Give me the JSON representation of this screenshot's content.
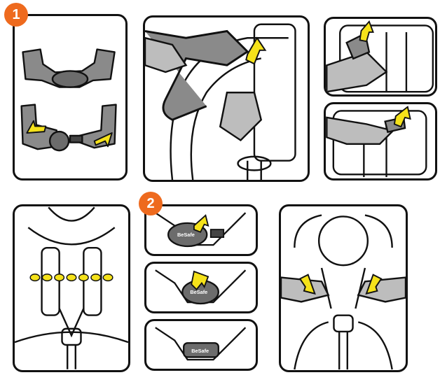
{
  "steps": [
    {
      "id": 1,
      "label": "1"
    },
    {
      "id": 2,
      "label": "2"
    }
  ],
  "brand_label": "BeSafe",
  "colors": {
    "step_badge": "#ee6a1e",
    "arrow": "#f5e21a",
    "strap": "#8a8a8a",
    "outline": "#111111",
    "hand": "#bdbdbd"
  },
  "icons": [
    "yellow-arrow-icon",
    "dotted-line-icon",
    "hand-icon",
    "harness-pad-icon",
    "buckle-icon"
  ]
}
